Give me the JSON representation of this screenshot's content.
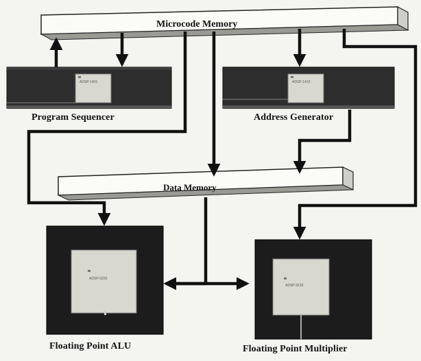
{
  "diagram": {
    "blocks": {
      "microcode_memory": "Microcode Memory",
      "data_memory": "Data Memory",
      "program_sequencer": "Program Sequencer",
      "address_generator": "Address Generator",
      "fp_alu": "Floating Point ALU",
      "fp_multiplier": "Floating Point Multiplier"
    },
    "chip_marks": {
      "sequencer": "ADSP-1401",
      "address_gen": "ADSP-1410",
      "alu": "ADSP-3220",
      "multiplier": "ADSP-3210"
    },
    "colors": {
      "background": "#f4f4f1",
      "bus": "#111111",
      "chip_body": "#2b2b2b",
      "chip_die": "#d8d7d0"
    }
  }
}
